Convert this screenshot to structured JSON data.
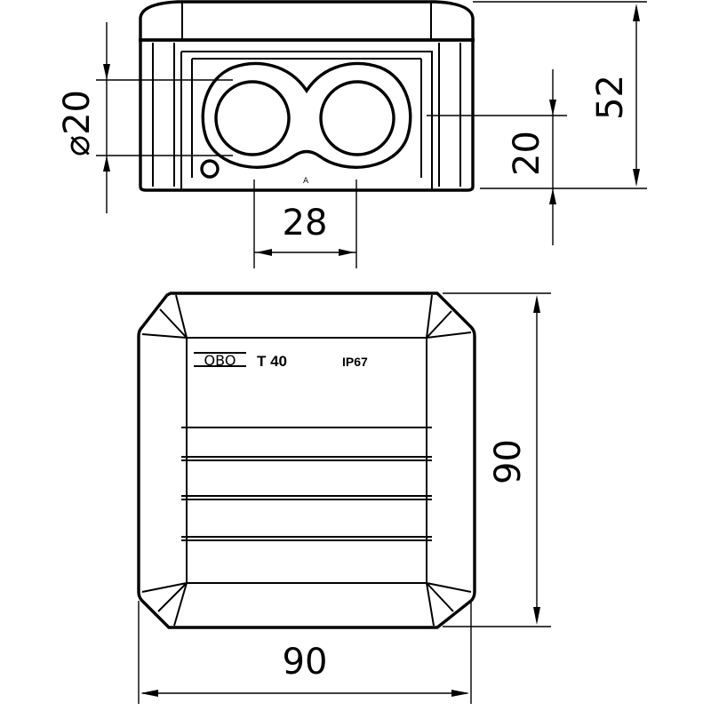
{
  "dimensions": {
    "hole_diameter": "⌀20",
    "height_total": "52",
    "height_entry": "20",
    "hole_spacing": "28",
    "depth": "90",
    "width": "90"
  },
  "lid_label": {
    "brand": "OBO",
    "model": "T 40",
    "rating": "IP67"
  },
  "marks": {
    "center_mark": "A"
  }
}
